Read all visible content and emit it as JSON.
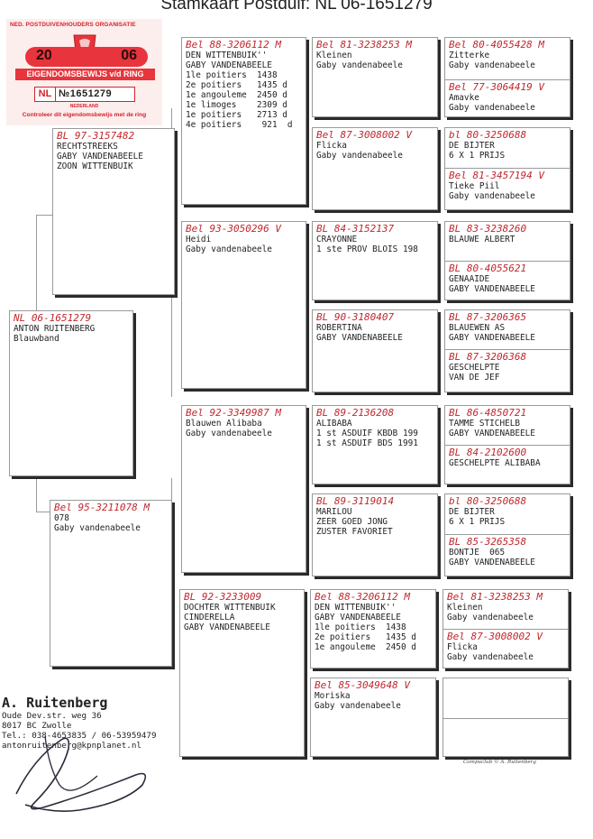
{
  "title": "Stamkaart Postduif: NL  06-1651279",
  "certificate": {
    "organisation": "NED. POSTDUIVENHOUDERS ORGANISATIE",
    "year_left": "20",
    "year_right": "06",
    "band_text": "EIGENDOMSBEWIJS v/d RING",
    "country_code": "NL",
    "ring_number": "№1651279",
    "country": "NEDERLAND",
    "note": "Controleer dit eigendomsbewijs met de ring"
  },
  "subject": {
    "ring": "NL  06-1651279",
    "lines": [
      "",
      "ANTON RUITENBERG",
      "Blauwband"
    ]
  },
  "sire": {
    "ring": "BL  97-3157482",
    "lines": [
      "RECHTSTREEKS",
      "GABY VANDENABEELE",
      "ZOON WITTENBUIK"
    ]
  },
  "dam": {
    "ring": "Bel 95-3211078 M",
    "lines": [
      "078",
      "Gaby vandenabeele"
    ]
  },
  "gen3": [
    {
      "ring": "Bel 88-3206112 M",
      "lines": [
        "DEN WITTENBUIK''",
        "GABY VANDENABEELE",
        "1le poitiers  1438",
        "2e poitiers   1435 d",
        "1e angouleme  2450 d",
        "1e limoges    2309 d",
        "1e poitiers   2713 d",
        "4e poitiers    921  d"
      ]
    },
    {
      "ring": "Bel 93-3050296 V",
      "lines": [
        "Heidi",
        "Gaby vandenabeele"
      ]
    },
    {
      "ring": "Bel 92-3349987 M",
      "lines": [
        "Blauwen Alibaba",
        "Gaby vandenabeele"
      ]
    },
    {
      "ring": "BL  92-3233009",
      "lines": [
        "DOCHTER WITTENBUIK",
        "CINDERELLA",
        "GABY VANDENABEELE"
      ]
    }
  ],
  "gen4": [
    {
      "ring": "Bel 81-3238253 M",
      "lines": [
        "Kleinen",
        "Gaby vandenabeele"
      ]
    },
    {
      "ring": "Bel 87-3008002 V",
      "lines": [
        "Flicka",
        "Gaby vandenabeele"
      ]
    },
    {
      "ring": "BL  84-3152137",
      "lines": [
        "CRAYONNE",
        "1 ste PROV BLOIS 198"
      ]
    },
    {
      "ring": "BL  90-3180407",
      "lines": [
        "ROBERTINA",
        "GABY VANDENABEELE"
      ]
    },
    {
      "ring": "BL  89-2136208",
      "lines": [
        "ALIBABA",
        "1 st ASDUIF KBDB 199",
        "1 st ASDUIF BDS 1991"
      ]
    },
    {
      "ring": "BL  89-3119014",
      "lines": [
        "MARILOU",
        "ZEER GOED JONG",
        "ZUSTER FAVORIET"
      ]
    },
    {
      "ring": "Bel 88-3206112 M",
      "lines": [
        "DEN WITTENBUIK''",
        "GABY VANDENABEELE",
        "1le poitiers  1438",
        "2e poitiers   1435 d",
        "1e angouleme  2450 d"
      ]
    },
    {
      "ring": "Bel 85-3049648 V",
      "lines": [
        "Moriska",
        "Gaby vandenabeele"
      ]
    }
  ],
  "gen5": [
    {
      "ring": "Bel 80-4055428 M",
      "lines": [
        "Zitterke",
        "Gaby vandenabeele"
      ]
    },
    {
      "ring": "Bel 77-3064419 V",
      "lines": [
        "Amavke",
        "Gaby vandenabeele"
      ]
    },
    {
      "ring": "bl  80-3250688",
      "lines": [
        "DE BIJTER",
        "6 X 1 PRIJS"
      ]
    },
    {
      "ring": "Bel 81-3457194 V",
      "lines": [
        "Tieke Piil",
        "Gaby vandenabeele"
      ]
    },
    {
      "ring": "BL  83-3238260",
      "lines": [
        "BLAUWE ALBERT"
      ]
    },
    {
      "ring": "BL  80-4055621",
      "lines": [
        "",
        "GENAAIDE",
        "GABY VANDENABEELE"
      ]
    },
    {
      "ring": "BL  87-3206365",
      "lines": [
        "BLAUEWEN AS",
        "GABY VANDENABEELE"
      ]
    },
    {
      "ring": "BL  87-3206368",
      "lines": [
        "GESCHELPTE",
        "VAN DE JEF"
      ]
    },
    {
      "ring": "BL  86-4850721",
      "lines": [
        "TAMME STICHELB",
        "GABY VANDENABEELE"
      ]
    },
    {
      "ring": "BL  84-2102600",
      "lines": [
        "GESCHELPTE ALIBABA"
      ]
    },
    {
      "ring": "bl  80-3250688",
      "lines": [
        "DE BIJTER",
        "6 X 1 PRIJS"
      ]
    },
    {
      "ring": "BL  85-3265358",
      "lines": [
        "BONTJE  065",
        "GABY VANDENABEELE"
      ]
    },
    {
      "ring": "Bel 81-3238253 M",
      "lines": [
        "Kleinen",
        "Gaby vandenabeele"
      ]
    },
    {
      "ring": "Bel 87-3008002 V",
      "lines": [
        "Flicka",
        "Gaby vandenabeele"
      ]
    },
    {
      "ring": "",
      "lines": []
    },
    {
      "ring": "",
      "lines": []
    }
  ],
  "owner": {
    "name": "A. Ruitenberg",
    "lines": [
      "Oude Dev.str. weg 36",
      "8017 BC  Zwolle",
      "Tel.: 038-4653835 / 06-53959479",
      "antonruitenberg@kpnplanet.nl"
    ]
  },
  "credit": "Compuclub © A. Ruitenberg"
}
